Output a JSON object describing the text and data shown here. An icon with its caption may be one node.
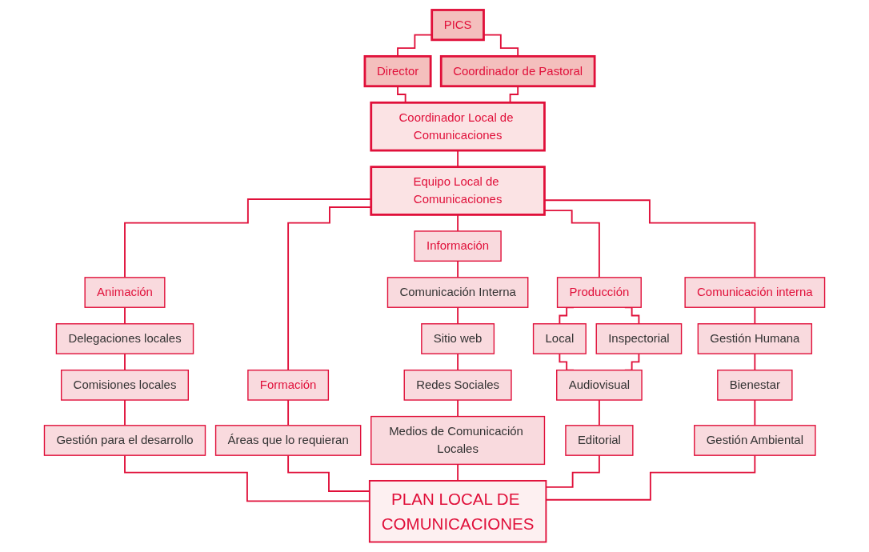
{
  "diagram": {
    "nodes": [
      {
        "text": [
          "PICS"
        ]
      },
      {
        "text": [
          "Director"
        ]
      },
      {
        "text": [
          "Coordinador de Pastoral"
        ]
      },
      {
        "text": [
          "Coordinador Local de Comunicaciones"
        ]
      },
      {
        "text": [
          "Equipo Local de Comunicaciones"
        ]
      },
      {
        "text": [
          "Animación"
        ]
      },
      {
        "text": [
          "Formación"
        ]
      },
      {
        "text": [
          "Información"
        ]
      },
      {
        "text": [
          "Producción"
        ]
      },
      {
        "text": [
          "Comunicación interna"
        ]
      },
      {
        "text": [
          "Delegaciones locales"
        ]
      },
      {
        "text": [
          "Comisiones locales"
        ]
      },
      {
        "text": [
          "Gestión para el desarrollo"
        ]
      },
      {
        "text": [
          "Áreas que lo requieran"
        ]
      },
      {
        "text": [
          "Comunicación Interna"
        ]
      },
      {
        "text": [
          "Sitio web"
        ]
      },
      {
        "text": [
          "Redes Sociales"
        ]
      },
      {
        "text": [
          "Medios de Comunicación Locales"
        ]
      },
      {
        "text": [
          "Local"
        ]
      },
      {
        "text": [
          "Inspectorial"
        ]
      },
      {
        "text": [
          "Audiovisual"
        ]
      },
      {
        "text": [
          "Editorial"
        ]
      },
      {
        "text": [
          "Gestión Humana"
        ]
      },
      {
        "text": [
          "Bienestar"
        ]
      },
      {
        "text": [
          "Gestión Ambiental"
        ]
      },
      {
        "text": [
          "PLAN LOCAL DE COMUNICACIONES"
        ]
      }
    ],
    "edges": [
      {
        "from": 0,
        "to": 1,
        "arrow": "none"
      },
      {
        "from": 0,
        "to": 2,
        "arrow": "none"
      },
      {
        "from": 1,
        "to": 3,
        "arrow": "none"
      },
      {
        "from": 2,
        "to": 3,
        "arrow": "none"
      },
      {
        "from": 3,
        "to": 4,
        "arrow": "none"
      },
      {
        "from": 4,
        "to": 5,
        "arrow": "none"
      },
      {
        "from": 4,
        "to": 6,
        "arrow": "none"
      },
      {
        "from": 4,
        "to": 7,
        "arrow": "none"
      },
      {
        "from": 4,
        "to": 8,
        "arrow": "none"
      },
      {
        "from": 4,
        "to": 9,
        "arrow": "none"
      },
      {
        "from": 5,
        "to": 10,
        "arrow": "none"
      },
      {
        "from": 10,
        "to": 11,
        "arrow": "none"
      },
      {
        "from": 11,
        "to": 12,
        "arrow": "none"
      },
      {
        "from": 12,
        "to": 25,
        "arrow": "none"
      },
      {
        "from": 6,
        "to": 13,
        "arrow": "none"
      },
      {
        "from": 13,
        "to": 25,
        "arrow": "none"
      },
      {
        "from": 7,
        "to": 14,
        "arrow": "none"
      },
      {
        "from": 14,
        "to": 15,
        "arrow": "none"
      },
      {
        "from": 15,
        "to": 16,
        "arrow": "none"
      },
      {
        "from": 16,
        "to": 17,
        "arrow": "none"
      },
      {
        "from": 17,
        "to": 25,
        "arrow": "none"
      },
      {
        "from": 8,
        "to": 18,
        "arrow": "none"
      },
      {
        "from": 8,
        "to": 19,
        "arrow": "none"
      },
      {
        "from": 18,
        "to": 20,
        "arrow": "none"
      },
      {
        "from": 19,
        "to": 20,
        "arrow": "none"
      },
      {
        "from": 20,
        "to": 21,
        "arrow": "none"
      },
      {
        "from": 21,
        "to": 25,
        "arrow": "none"
      },
      {
        "from": 9,
        "to": 22,
        "arrow": "none"
      },
      {
        "from": 22,
        "to": 23,
        "arrow": "none"
      },
      {
        "from": 23,
        "to": 24,
        "arrow": "none"
      },
      {
        "from": 24,
        "to": 25,
        "arrow": "none"
      }
    ]
  }
}
